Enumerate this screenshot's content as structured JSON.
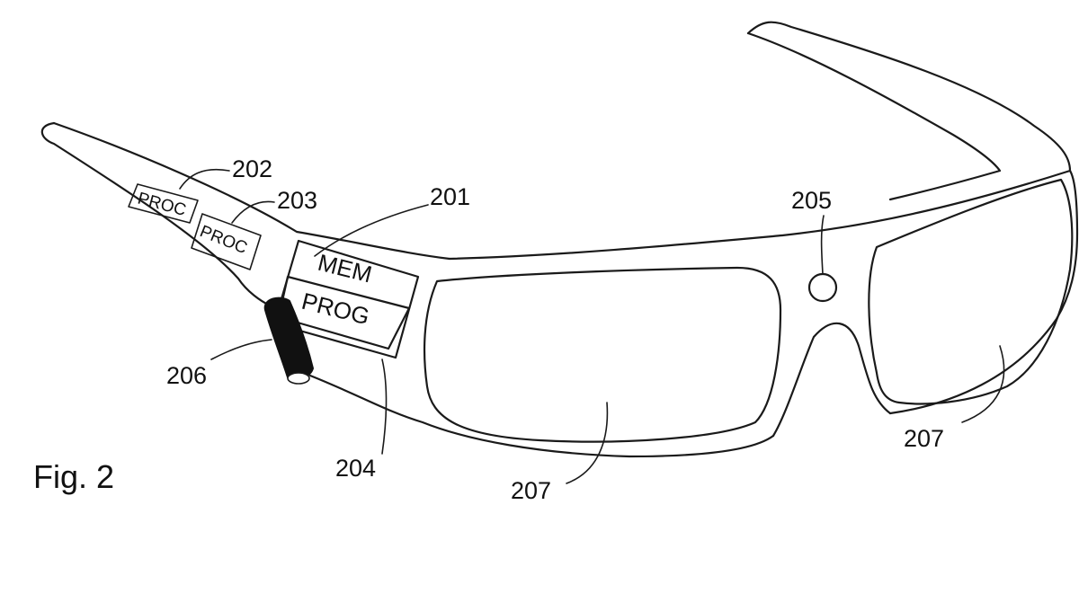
{
  "figure": {
    "caption": "Fig. 2",
    "components": {
      "proc_a": {
        "ref": "202",
        "text": "PROC"
      },
      "proc_b": {
        "ref": "203",
        "text": "PROC"
      },
      "memory": {
        "ref": "201",
        "text": "MEM"
      },
      "program": {
        "ref": "204",
        "text": "PROG"
      },
      "sensor": {
        "ref": "205"
      },
      "control": {
        "ref": "206"
      },
      "lens_left": {
        "ref": "207"
      },
      "lens_right": {
        "ref": "207"
      }
    },
    "colors": {
      "line": "#1a1a1a",
      "control_fill": "#111111",
      "background": "#ffffff"
    }
  }
}
